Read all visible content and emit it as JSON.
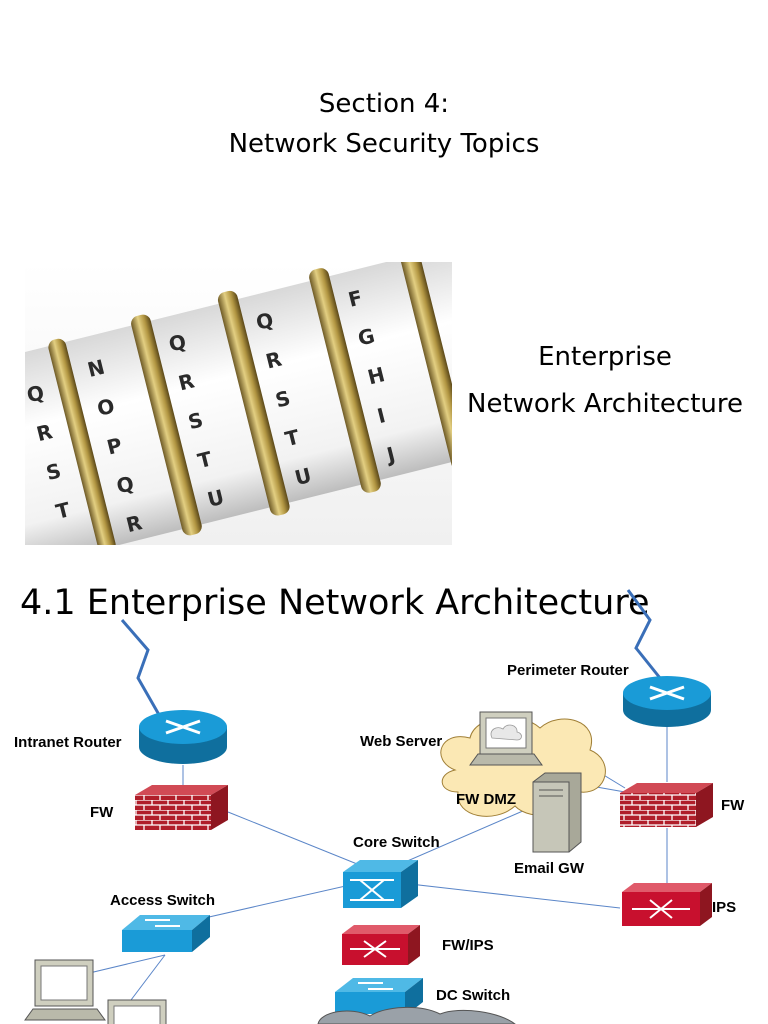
{
  "section": {
    "line1": "Section 4:",
    "line2": "Network Security Topics"
  },
  "photo": {
    "icon": "combination-lock-icon"
  },
  "side_title": {
    "line1": "Enterprise",
    "line2": "Network Architecture"
  },
  "slide_heading": "4.1 Enterprise Network Architecture",
  "diagram": {
    "labels": {
      "perimeter_router": "Perimeter Router",
      "intranet_router": "Intranet Router",
      "web_server": "Web Server",
      "fw_dmz": "FW DMZ",
      "fw_left": "FW",
      "fw_right": "FW",
      "core_switch": "Core Switch",
      "email_gw": "Email GW",
      "access_switch": "Access Switch",
      "fw_ips": "FW/IPS",
      "ips": "IPS",
      "dc_switch": "DC Switch"
    }
  },
  "colors": {
    "router_blue": "#1a9bd7",
    "firewall_red": "#b01e2a",
    "ips_red": "#c8102e",
    "dmz_cloud": "#fbe8b4",
    "lightning": "#3a6fb8",
    "link_line": "#5b86c8"
  }
}
